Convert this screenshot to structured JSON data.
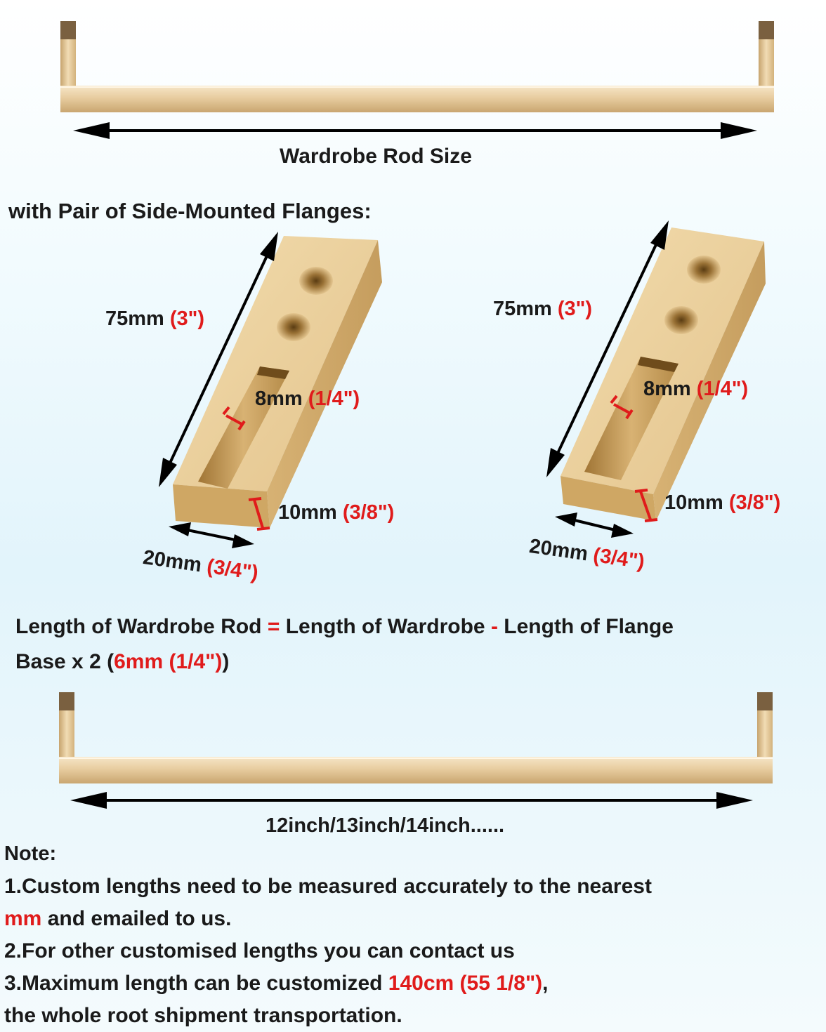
{
  "top_rod": {
    "label": "Wardrobe Rod Size"
  },
  "flange_heading": "with Pair of Side-Mounted Flanges:",
  "flange_left": {
    "length": "75mm",
    "length_in": "(3\")",
    "slot": "8mm",
    "slot_in": "(1/4\")",
    "height": "10mm",
    "height_in": "(3/8\")",
    "width": "20mm",
    "width_in": "(3/4\")"
  },
  "flange_right": {
    "length": "75mm",
    "length_in": "(3\")",
    "slot": "8mm",
    "slot_in": "(1/4\")",
    "height": "10mm",
    "height_in": "(3/8\")",
    "width": "20mm",
    "width_in": "(3/4\")"
  },
  "formula": {
    "part1": "Length of Wardrobe Rod",
    "eq": "=",
    "part2": "Length of Wardrobe",
    "minus": "-",
    "part3": "Length of Flange",
    "line2_a": "Base x 2 (",
    "line2_red": "6mm (1/4\")",
    "line2_b": ")"
  },
  "bottom_rod": {
    "label": "12inch/13inch/14inch......"
  },
  "notes": {
    "title": "Note:",
    "n1_a": "1.Custom lengths need to be measured accurately to the nearest",
    "n1_red": "mm",
    "n1_b": " and emailed to us.",
    "n2": "2.For other customised lengths you can contact us",
    "n3_a": "3.Maximum length can be customized ",
    "n3_red": "140cm (55 1/8\")",
    "n3_b": ",",
    "n4": "the whole root shipment transportation."
  },
  "colors": {
    "accent": "#e01b1b",
    "brass": "#e3c48f"
  }
}
